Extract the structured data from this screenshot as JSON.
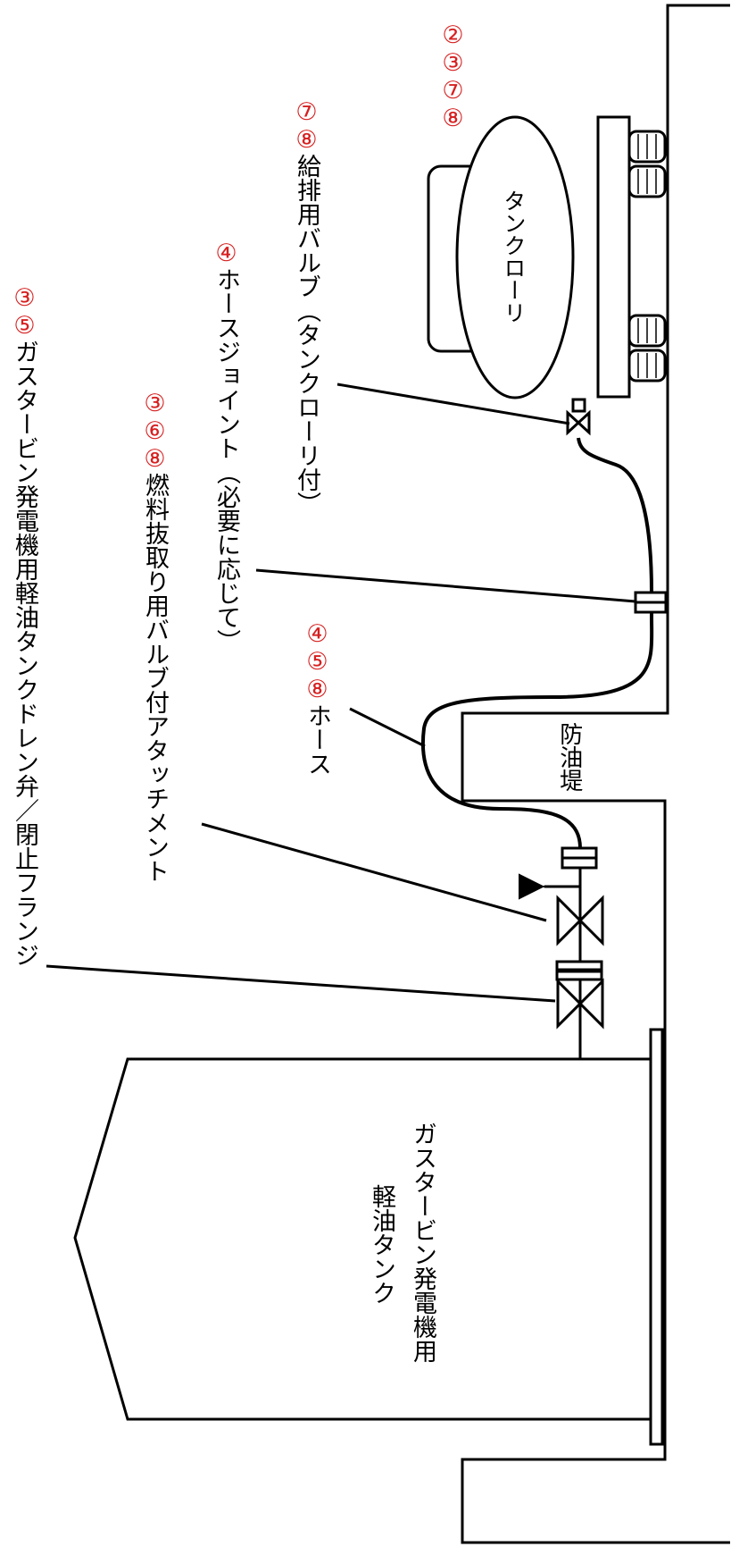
{
  "tank": {
    "line1": "ガスタービン発電機用",
    "line2": "軽油タンク"
  },
  "lorry": {
    "label": "タンクローリ",
    "nums": "②③⑦⑧"
  },
  "dike": {
    "label": "防油堤"
  },
  "labels": {
    "flange": {
      "nums": "③⑤",
      "text": "ガスタービン発電機用軽油タンクドレン弁／閉止フランジ"
    },
    "attachment": {
      "nums": "③⑥⑧",
      "text": "燃料抜取り用バルブ付アタッチメント"
    },
    "joint": {
      "nums": "④",
      "text": "ホースジョイント（必要に応じて）"
    },
    "hose": {
      "nums": "④⑤⑧",
      "text": "ホース"
    },
    "valve": {
      "nums": "⑦⑧",
      "text": "給排用バルブ（タンクローリ付）"
    }
  },
  "colors": {
    "number_accent": "#d62020",
    "line": "#000000",
    "background": "#ffffff"
  }
}
